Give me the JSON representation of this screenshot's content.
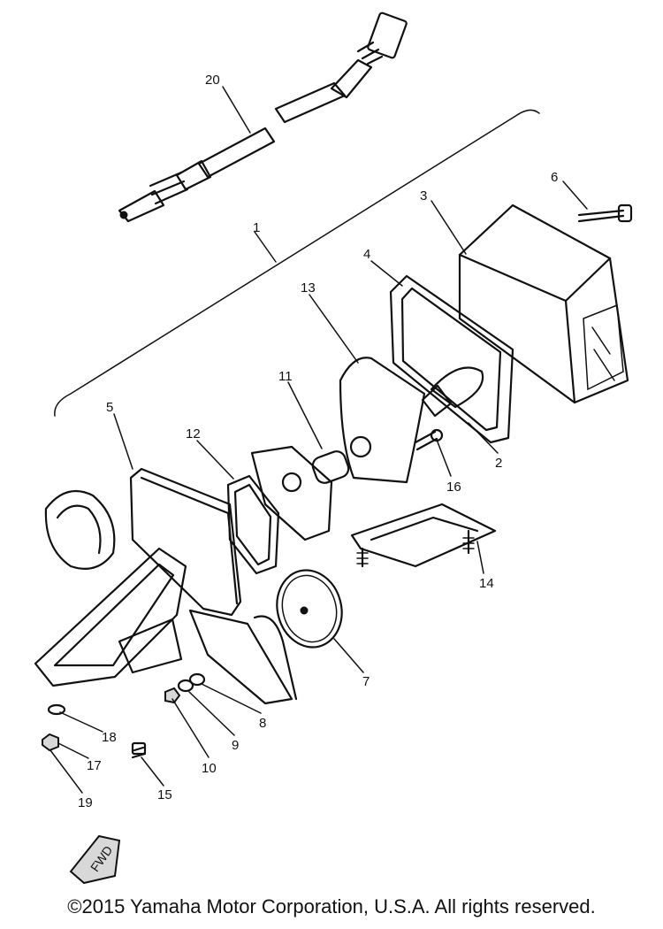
{
  "diagram": {
    "labels": [
      "20",
      "1",
      "6",
      "3",
      "4",
      "13",
      "11",
      "12",
      "5",
      "2",
      "16",
      "14",
      "7",
      "8",
      "9",
      "10",
      "18",
      "17",
      "15",
      "19"
    ],
    "fwd_mark": "FWD"
  },
  "footer": {
    "copyright": "©2015 Yamaha Motor Corporation, U.S.A. All rights reserved."
  }
}
